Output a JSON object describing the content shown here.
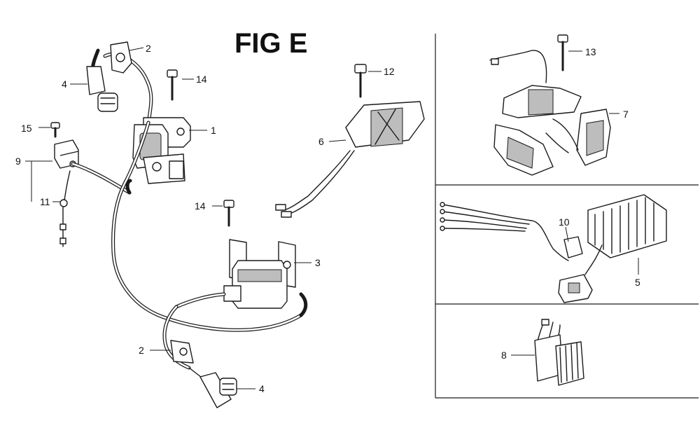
{
  "title": "FIG E",
  "callouts": {
    "ignition_coil": "1",
    "spark_plug_cap_wire_top": "2",
    "spark_plug_cap_wire_bottom": "2",
    "ignition_coil_lower": "3",
    "spark_plug_cap_top": "4",
    "spark_plug_cap_bottom": "4",
    "regulator_rectifier": "5",
    "charge_coil": "6",
    "stator": "7",
    "rectifier": "8",
    "stop_switch_group": "9",
    "connector": "10",
    "stop_switch_wire": "11",
    "bolt_charge_coil": "12",
    "bolt_stator": "13",
    "bolt_coil_top": "14",
    "bolt_coil_mid": "14",
    "screw_switch": "15"
  }
}
